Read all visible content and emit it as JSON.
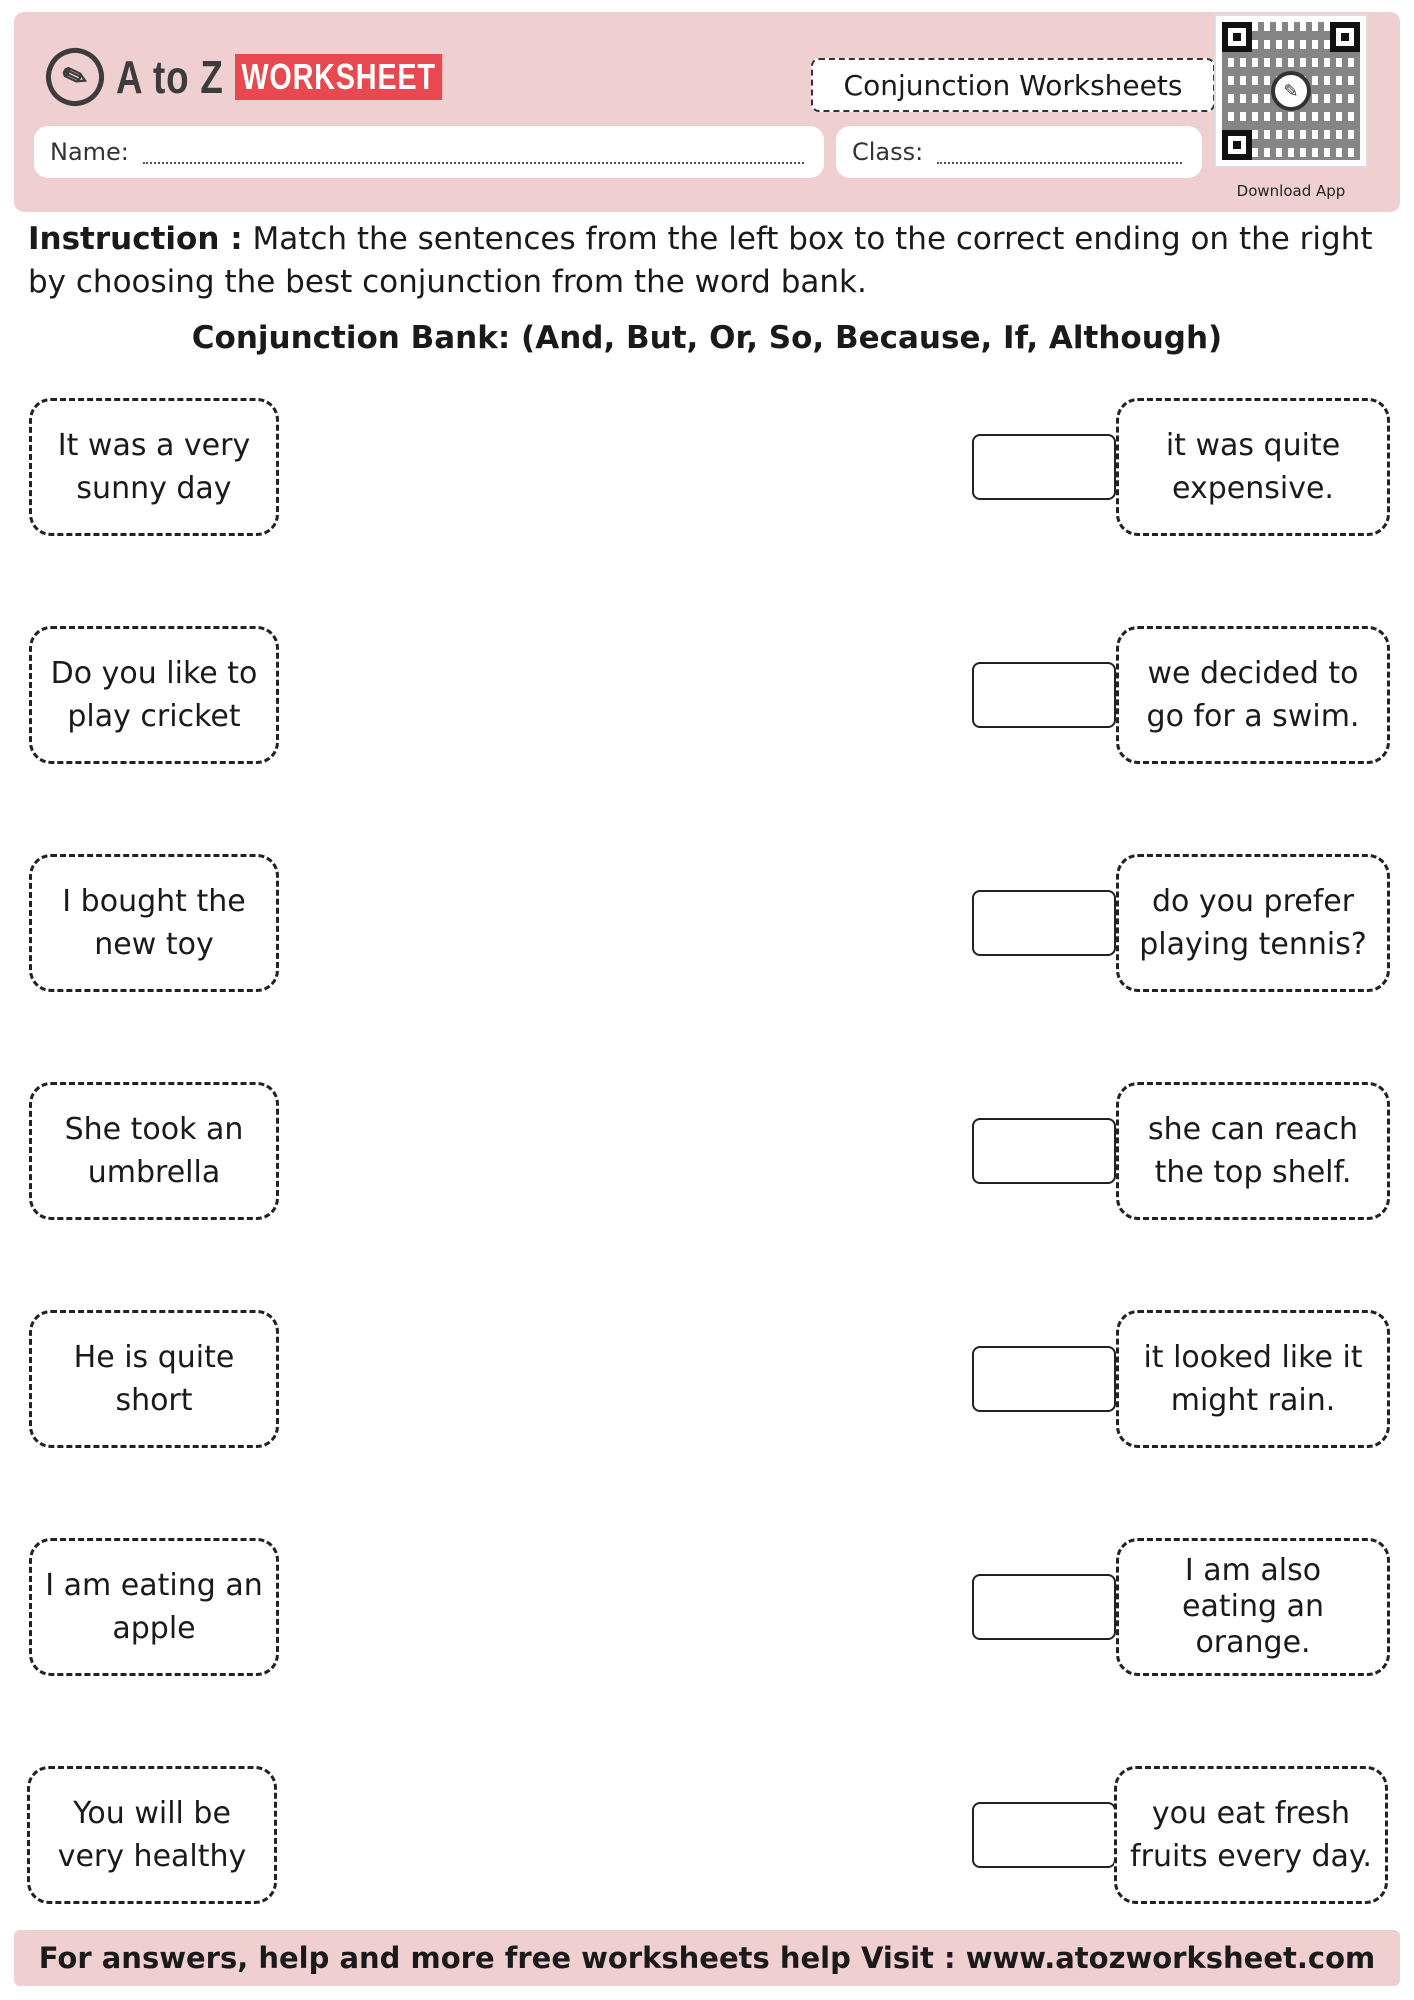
{
  "header": {
    "logo_text": "A to Z",
    "logo_badge": "WORKSHEET",
    "title": "Conjunction Worksheets",
    "name_label": "Name:",
    "class_label": "Class:",
    "qr_caption": "Download App"
  },
  "instruction": {
    "lead": "Instruction :",
    "text": " Match the sentences from the left box to the correct ending on the right by choosing the best conjunction from the word bank."
  },
  "bank": "Conjunction Bank: (And, But, Or, So, Because, If, Although)",
  "left_items": [
    "It was a very sunny day",
    "Do you like to play cricket",
    "I bought the new toy",
    "She took an umbrella",
    "He is quite short",
    "I am eating an apple",
    "You will be very healthy"
  ],
  "right_items": [
    "it was quite expensive.",
    "we decided to go for a swim.",
    "do you prefer playing tennis?",
    "she can reach the top shelf.",
    "it looked like it might rain.",
    "I am also eating an orange.",
    "you eat fresh fruits every day."
  ],
  "footer": "For answers, help and more free worksheets help Visit : www.atozworksheet.com",
  "colors": {
    "header_bg": "#f0cfd1",
    "badge": "#e8484f"
  }
}
